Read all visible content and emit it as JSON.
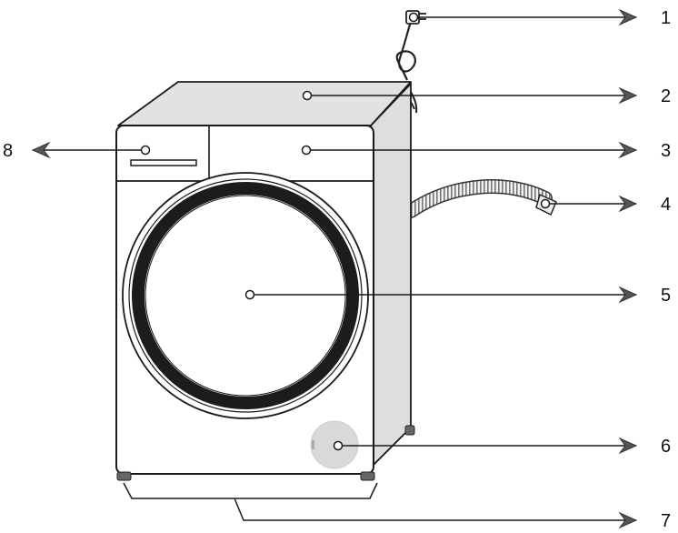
{
  "callouts": [
    {
      "id": "1",
      "label": "1"
    },
    {
      "id": "2",
      "label": "2"
    },
    {
      "id": "3",
      "label": "3"
    },
    {
      "id": "4",
      "label": "4"
    },
    {
      "id": "5",
      "label": "5"
    },
    {
      "id": "6",
      "label": "6"
    },
    {
      "id": "7",
      "label": "7"
    },
    {
      "id": "8",
      "label": "8"
    }
  ],
  "colors": {
    "outline": "#1a1a1a",
    "side_panel": "#dedede",
    "top_panel": "#e2e2e2",
    "door_gasket": "#1c1c1c",
    "filter_cover": "#d9d9d9",
    "arrow": "#555555"
  }
}
